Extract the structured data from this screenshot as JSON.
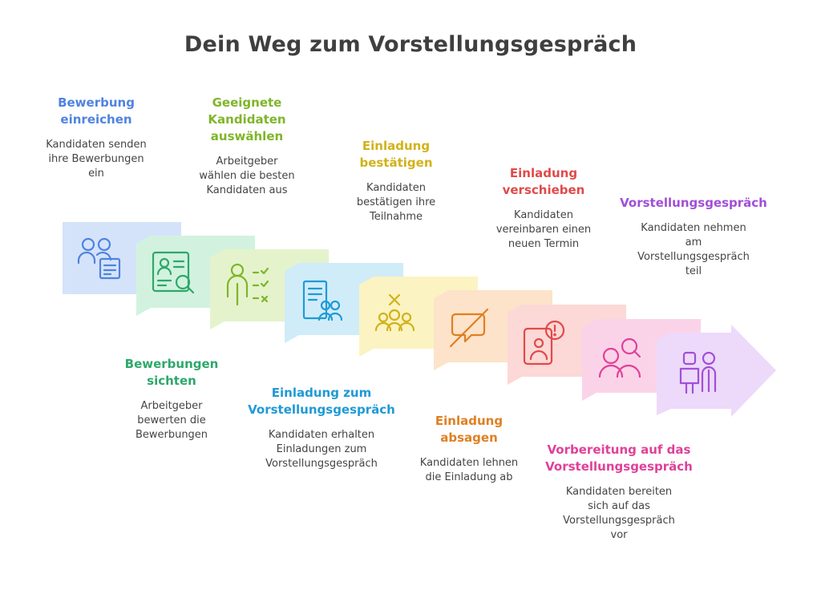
{
  "title": "Dein Weg zum Vorstellungsgespräch",
  "steps": [
    {
      "title": "Bewerbung\neinreichen",
      "desc": "Kandidaten senden\nihre Bewerbungen\nein",
      "color": "#4f83e0",
      "fill": "#d5e3fa",
      "icon": "users-document-icon"
    },
    {
      "title": "Bewerbungen\nsichten",
      "desc": "Arbeitgeber\nbewerten die\nBewerbungen",
      "color": "#2ea86a",
      "fill": "#d2f2df",
      "icon": "profile-search-icon"
    },
    {
      "title": "Geeignete\nKandidaten\nauswählen",
      "desc": "Arbeitgeber\nwählen die besten\nKandidaten aus",
      "color": "#7fb52a",
      "fill": "#e4f3cc",
      "icon": "person-checklist-icon"
    },
    {
      "title": "Einladung zum\nVorstellungsgespräch",
      "desc": "Kandidaten erhalten\nEinladungen zum\nVorstellungsgespräch",
      "color": "#1f9ad6",
      "fill": "#d0ecf9",
      "icon": "document-group-icon"
    },
    {
      "title": "Einladung\nbestätigen",
      "desc": "Kandidaten\nbestätigen ihre\nTeilnahme",
      "color": "#d1b21a",
      "fill": "#fbf3c2",
      "icon": "group-cross-icon"
    },
    {
      "title": "Einladung\nabsagen",
      "desc": "Kandidaten lehnen\ndie Einladung ab",
      "color": "#e07f22",
      "fill": "#fde3c9",
      "icon": "message-off-icon"
    },
    {
      "title": "Einladung\nverschieben",
      "desc": "Kandidaten\nvereinbaren einen\nneuen Termin",
      "color": "#e04a4a",
      "fill": "#fcd8d6",
      "icon": "phone-alert-icon"
    },
    {
      "title": "Vorbereitung auf das\nVorstellungsgespräch",
      "desc": "Kandidaten bereiten\nsich auf das\nVorstellungsgespräch\nvor",
      "color": "#e0409a",
      "fill": "#fbd3e8",
      "icon": "people-search-icon"
    },
    {
      "title": "Vorstellungsgespräch",
      "desc": "Kandidaten nehmen\nam\nVorstellungsgespräch\nteil",
      "color": "#a14fd8",
      "fill": "#edd9fa",
      "icon": "interview-people-icon"
    }
  ]
}
